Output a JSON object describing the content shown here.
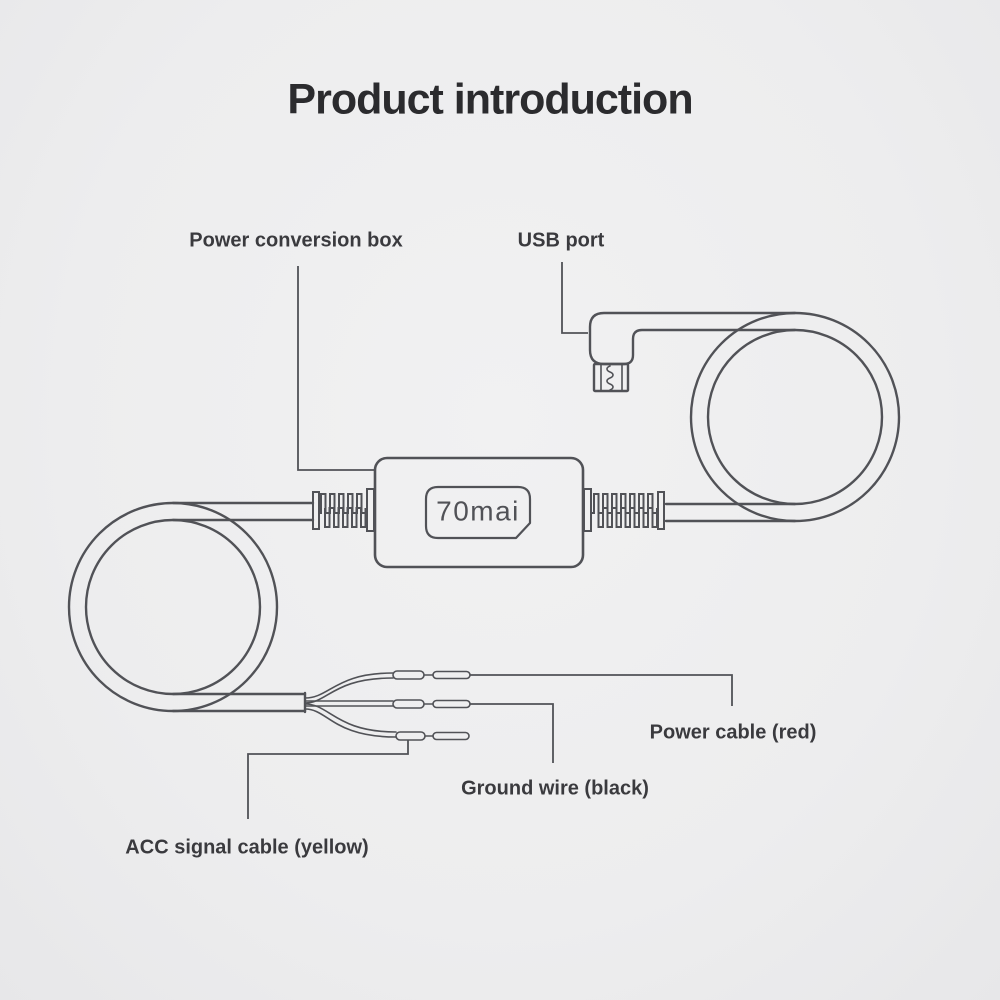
{
  "theme": {
    "bg": "#ededee",
    "line": "#515257",
    "title-color": "#2b2b2e",
    "label-color": "#3a3a3e",
    "logo-color": "#515257"
  },
  "title": "Product introduction",
  "diagram": {
    "logo": "70mai",
    "labels": {
      "power_conversion_box": "Power conversion box",
      "usb_port": "USB port",
      "power_cable": "Power cable (red)",
      "ground_wire": "Ground wire (black)",
      "acc_signal_cable": "ACC signal cable (yellow)"
    }
  }
}
